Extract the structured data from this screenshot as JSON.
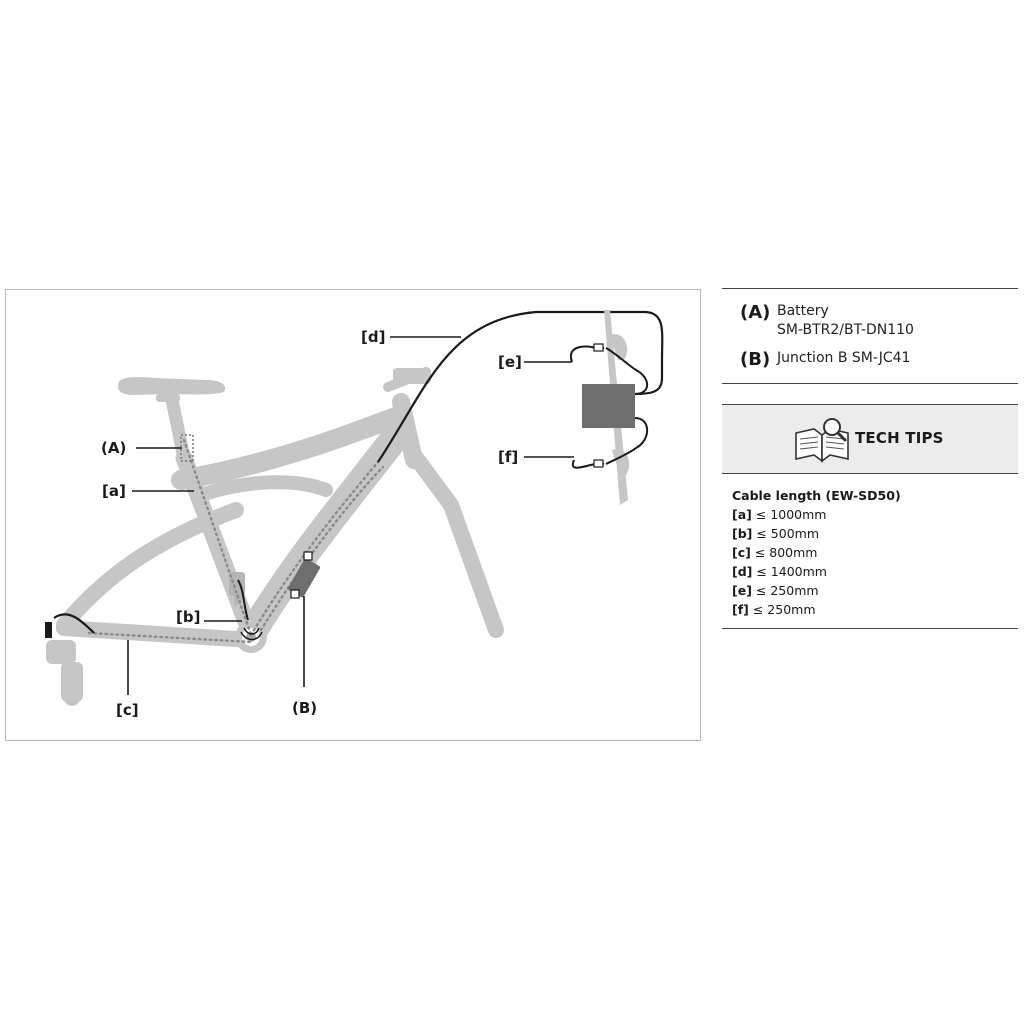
{
  "callouts": {
    "A": "(A)",
    "a": "[a]",
    "b": "[b]",
    "c": "[c]",
    "B": "(B)",
    "d": "[d]",
    "e": "[e]",
    "f": "[f]"
  },
  "legend": {
    "items": [
      {
        "key": "(A)",
        "line1": "Battery",
        "line2": "SM-BTR2/BT-DN110"
      },
      {
        "key": "(B)",
        "line1": "Junction B SM-JC41",
        "line2": ""
      }
    ]
  },
  "tech_tips": {
    "title": "TECH TIPS",
    "icon": "book-magnifier-icon"
  },
  "cable_spec": {
    "title": "Cable length (EW-SD50)",
    "rows": [
      {
        "key": "[a]",
        "value": "≤ 1000mm"
      },
      {
        "key": "[b]",
        "value": "≤ 500mm"
      },
      {
        "key": "[c]",
        "value": "≤ 800mm"
      },
      {
        "key": "[d]",
        "value": "≤ 1400mm"
      },
      {
        "key": "[e]",
        "value": "≤ 250mm"
      },
      {
        "key": "[f]",
        "value": "≤ 250mm"
      }
    ]
  },
  "colors": {
    "frame": "#c6c6c6",
    "cable": "#1a1a1a",
    "dots": "#8a8a8a",
    "component": "#6e6e6e"
  }
}
